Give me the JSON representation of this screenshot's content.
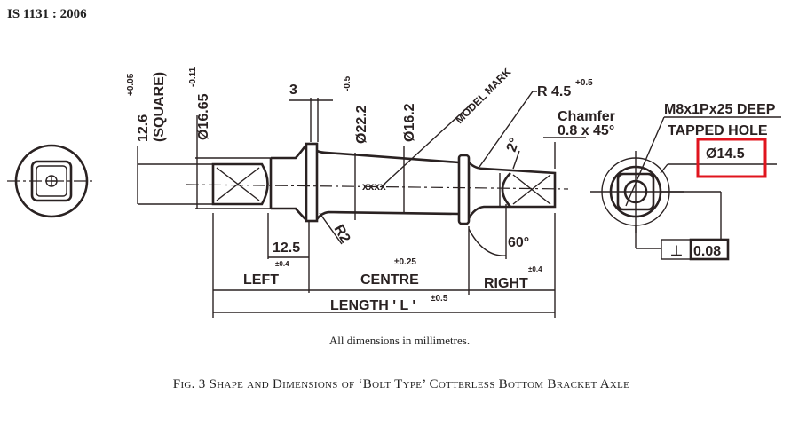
{
  "header": {
    "standard": "IS 1131 : 2006"
  },
  "dimensions": {
    "square": "12.6",
    "square_note": "(SQUARE)",
    "square_tol": "+0.05",
    "dia_left": "Ø16.65",
    "dia_left_tol": "-0.11",
    "collar_width": "3",
    "dia_collar": "Ø22.2",
    "dia_collar_tol": "-0.5",
    "dia_centre": "Ø16.2",
    "model_mark": "MODEL MARK",
    "model_mark_symbol": "xxxx",
    "radius_right": "R 4.5",
    "radius_right_tol": "+0.5",
    "chamfer_label": "Chamfer",
    "chamfer_value": "0.8 x 45°",
    "angle_small": "2°",
    "angle_large": "60°",
    "radius_left": "R2",
    "left_offset": "12.5",
    "left_tol": "±0.4",
    "left_label": "LEFT",
    "centre_label": "CENTRE",
    "centre_tol": "±0.25",
    "right_label": "RIGHT",
    "right_tol": "±0.4",
    "length_label": "LENGTH ' L '",
    "length_tol": "±0.5"
  },
  "end_view": {
    "thread_note_1": "M8x1Px25 DEEP",
    "thread_note_2": "TAPPED HOLE",
    "highlighted_dia": "Ø14.5",
    "perp_symbol": "⊥",
    "tolerance": "0.08",
    "highlight_color": "#e0141e"
  },
  "notes": {
    "units": "All dimensions in millimetres."
  },
  "caption": "Fig. 3  Shape and Dimensions of ‘Bolt Type’ Cotterless Bottom Bracket Axle"
}
